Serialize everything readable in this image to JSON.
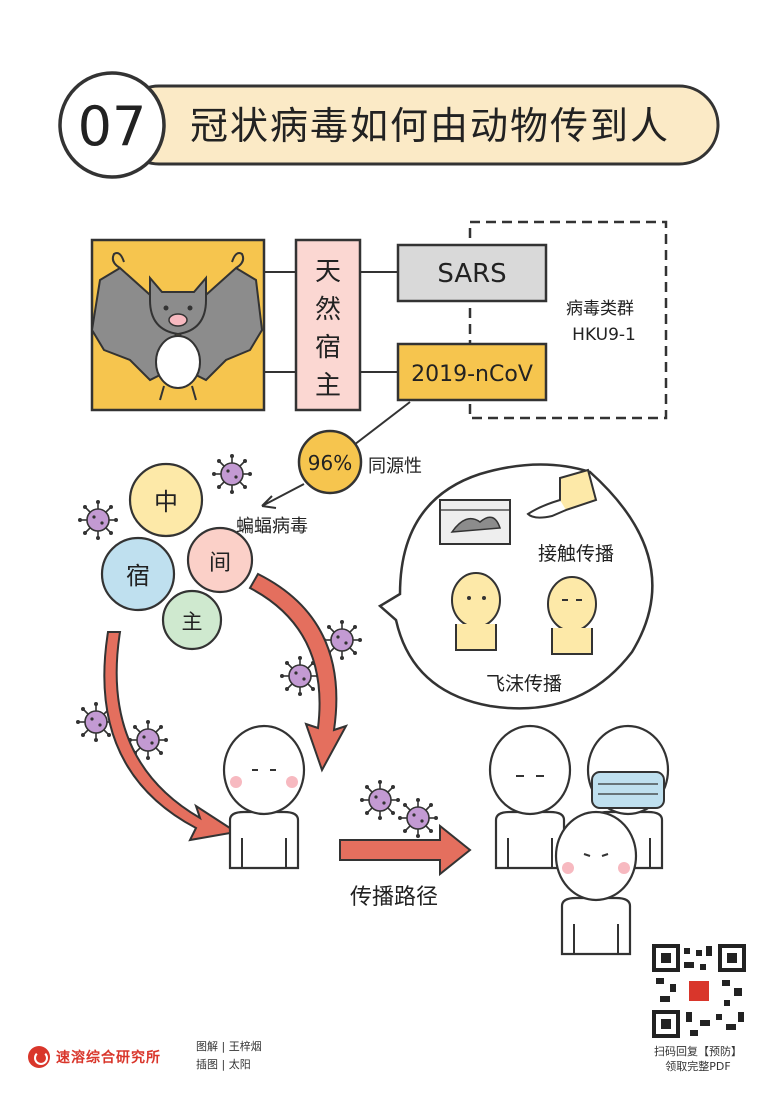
{
  "header": {
    "number": "07",
    "title": "冠状病毒如何由动物传到人"
  },
  "host_box": {
    "lines": [
      "天",
      "然",
      "宿",
      "主"
    ]
  },
  "virus_boxes": {
    "sars": "SARS",
    "ncov": "2019-nCoV"
  },
  "virus_group": {
    "line1": "病毒类群",
    "line2": "HKU9-1"
  },
  "homology": {
    "percent": "96%",
    "label": "同源性",
    "bat_virus_label": "蝙蝠病毒"
  },
  "intermediate_host": {
    "chars": [
      "中",
      "间",
      "宿",
      "主"
    ]
  },
  "bubble": {
    "contact_label": "接触传播",
    "droplet_label": "飞沫传播"
  },
  "path_label": "传播路径",
  "footer": {
    "brand": "速溶综合研究所",
    "credit1": "图解 | 王梓烟",
    "credit2": "插图 | 太阳",
    "qr_line1": "扫码回复【预防】",
    "qr_line2": "领取完整PDF"
  },
  "colors": {
    "title_bar": "#fbeac6",
    "bat_bg": "#f6c54e",
    "host_box": "#fbd7d2",
    "sars_box": "#d9d9d9",
    "ncov_box": "#f6c54e",
    "arrow_red": "#e46f5e",
    "virus_purple": "#c39ad3",
    "circle_yellow": "#fde9a8",
    "circle_pink": "#fbd0c8",
    "circle_blue": "#bfe0ef",
    "circle_green": "#cfe9cf"
  }
}
